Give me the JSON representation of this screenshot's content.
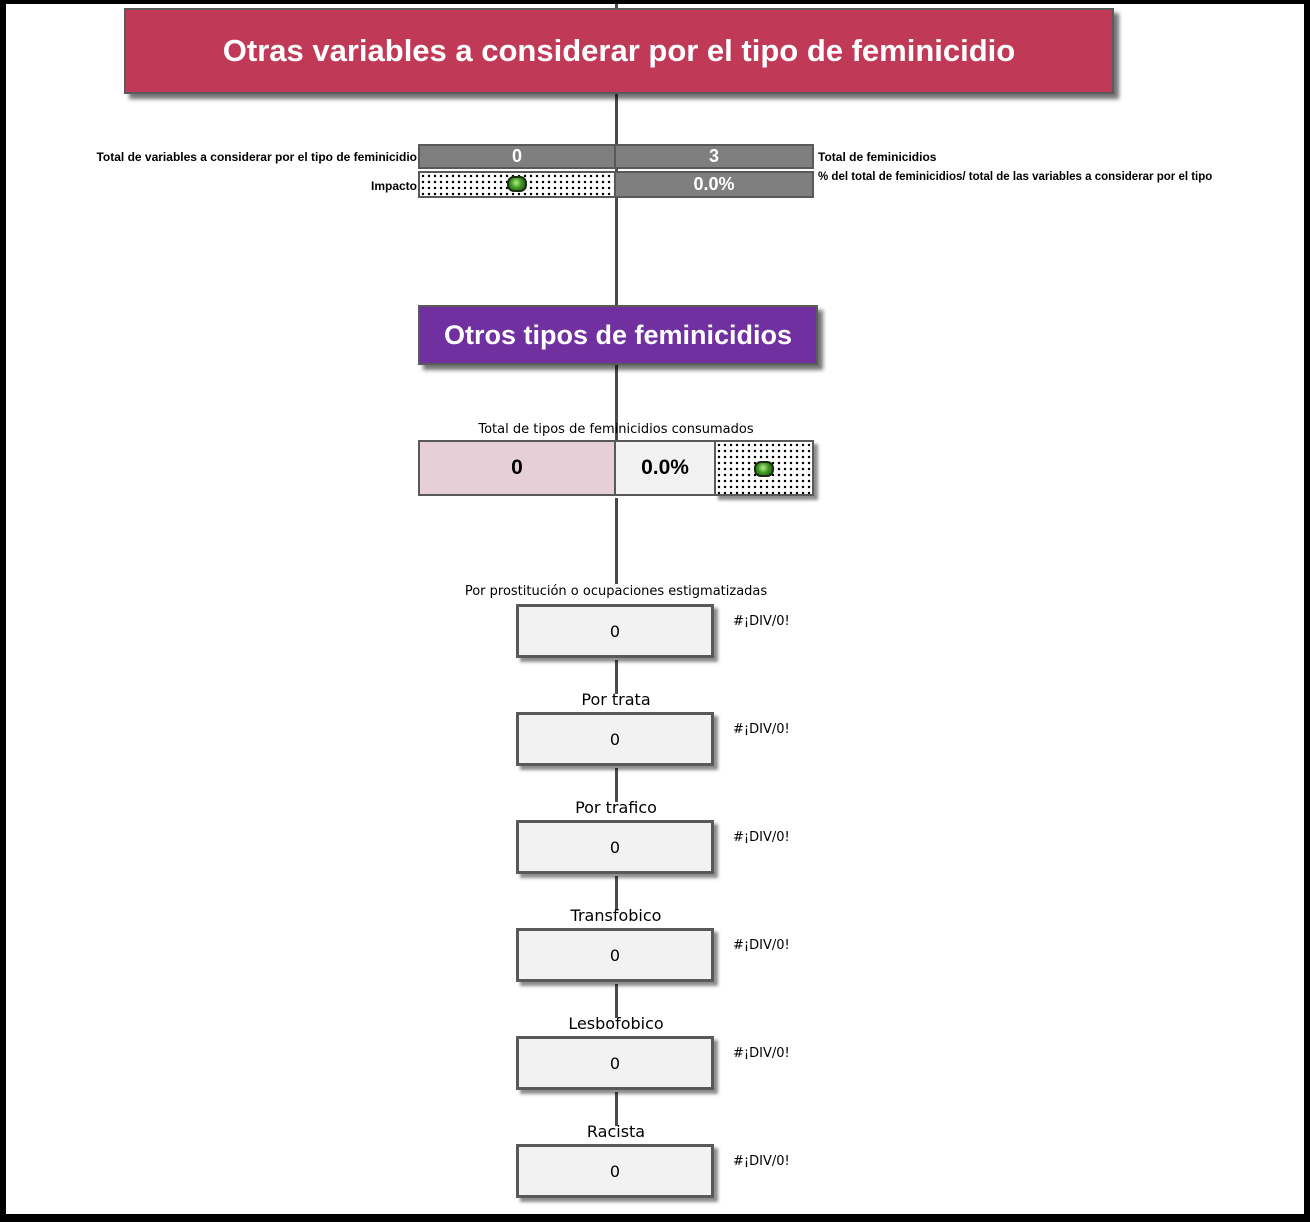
{
  "header": {
    "title": "Otras variables a considerar por el tipo de feminicidio"
  },
  "stats": {
    "total_variables_label": "Total de variables a considerar por el tipo de feminicidio",
    "total_variables_value": "0",
    "total_feminicidios_value": "3",
    "total_feminicidios_label": "Total de feminicidios",
    "impacto_label": "Impacto",
    "percent_value": "0.0%",
    "percent_label": "% del total de feminicidios/ total de las variables a considerar por el tipo"
  },
  "section": {
    "title": "Otros tipos de feminicidios"
  },
  "summary": {
    "label": "Total de tipos de feminicidios consumados",
    "value": "0",
    "percent": "0.0%"
  },
  "items": [
    {
      "label": "Por prostitución o ocupaciones estigmatizadas",
      "value": "0",
      "percent": "#¡DIV/0!"
    },
    {
      "label": "Por trata",
      "value": "0",
      "percent": "#¡DIV/0!"
    },
    {
      "label": "Por trafico",
      "value": "0",
      "percent": "#¡DIV/0!"
    },
    {
      "label": "Transfobico",
      "value": "0",
      "percent": "#¡DIV/0!"
    },
    {
      "label": "Lesbofobico",
      "value": "0",
      "percent": "#¡DIV/0!"
    },
    {
      "label": "Racista",
      "value": "0",
      "percent": "#¡DIV/0!"
    }
  ],
  "colors": {
    "title_bg": "#c03a58",
    "section_bg": "#7030a0",
    "stat_bg": "#7f7f7f",
    "summary_value_bg": "#e6cfd6",
    "indicator": "#3f9a23"
  }
}
